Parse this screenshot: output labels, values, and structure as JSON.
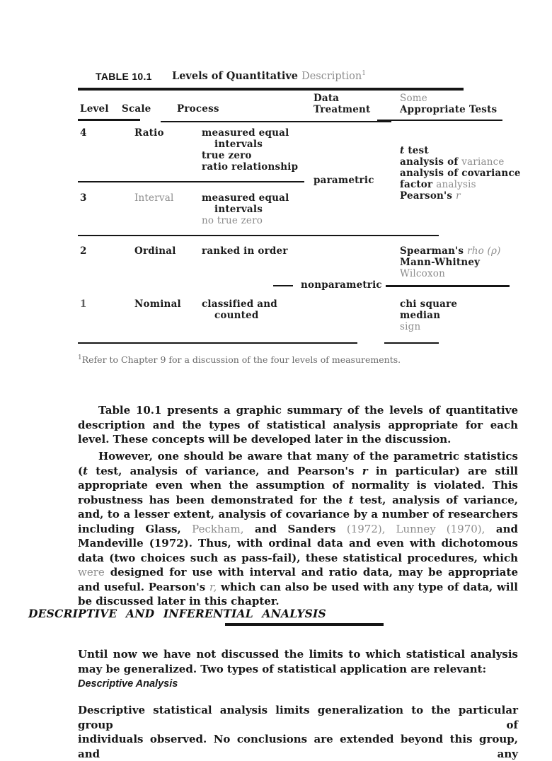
{
  "table": {
    "label": "TABLE 10.1",
    "title": [
      {
        "t": "Levels of Quantitative ",
        "s": ""
      },
      {
        "t": "Description",
        "s": "f"
      }
    ],
    "title_sup": "1",
    "headers": {
      "level": "Level",
      "scale": "Scale",
      "process": "Process",
      "data_line1": "Data",
      "data_line2": "Treatment",
      "tests_line1": "Some",
      "tests_line2": "Appropriate Tests"
    },
    "rows": [
      {
        "level": "4",
        "scale": "Ratio",
        "process": [
          "measured equal",
          "intervals",
          "true zero",
          "ratio relationship"
        ]
      },
      {
        "level": "3",
        "scale": "Interval",
        "process": [
          "measured equal",
          "intervals",
          "no true zero"
        ]
      },
      {
        "level": "2",
        "scale": "Ordinal",
        "process": [
          "ranked in order"
        ]
      },
      {
        "level": "1",
        "scale": "Nominal",
        "process": [
          "classified and",
          "counted"
        ]
      }
    ],
    "parametric_label": "parametric",
    "nonparametric_label": "nonparametric",
    "parametric_tests": [
      [
        {
          "t": "t",
          "s": "i"
        },
        {
          "t": " test",
          "s": ""
        }
      ],
      [
        {
          "t": "analysis of ",
          "s": ""
        },
        {
          "t": "variance",
          "s": "f"
        }
      ],
      [
        {
          "t": "analysis of covariance",
          "s": ""
        }
      ],
      [
        {
          "t": "factor ",
          "s": ""
        },
        {
          "t": "analysis",
          "s": "f"
        }
      ],
      [
        {
          "t": "Pearson's ",
          "s": ""
        },
        {
          "t": "r",
          "s": "f i"
        }
      ]
    ],
    "ordinal_tests": [
      [
        {
          "t": "Spearman's ",
          "s": ""
        },
        {
          "t": "rho (ρ)",
          "s": "f i"
        }
      ],
      [
        {
          "t": "Mann-Whitney",
          "s": ""
        }
      ],
      [
        {
          "t": "Wilcoxon",
          "s": "f"
        }
      ]
    ],
    "nominal_tests": [
      [
        {
          "t": "chi square",
          "s": ""
        }
      ],
      [
        {
          "t": "median",
          "s": ""
        }
      ],
      [
        {
          "t": "sign",
          "s": "f"
        }
      ]
    ],
    "footnote_sup": "1",
    "footnote": "Refer to Chapter 9 for a discussion of the four levels of measurements."
  },
  "body": {
    "p1": "Table 10.1 presents a graphic summary of the levels of quantitative description and the types of statistical analysis appropriate for each level. These concepts will be developed later in the discussion.",
    "p2": [
      {
        "t": "However, one should be aware that many of the parametric statistics (",
        "s": ""
      },
      {
        "t": "t",
        "s": "i"
      },
      {
        "t": " test, analysis of variance, and Pearson's ",
        "s": ""
      },
      {
        "t": "r",
        "s": "i"
      },
      {
        "t": " in particular) are still appropriate even when the assumption of normality is violated. This robustness has been demonstrated for the ",
        "s": ""
      },
      {
        "t": "t",
        "s": "i"
      },
      {
        "t": " test, analysis of variance, and, to a lesser extent, analysis of covariance by a number of researchers including Glass, ",
        "s": ""
      },
      {
        "t": "Peckham,",
        "s": "f"
      },
      {
        "t": " and Sanders ",
        "s": ""
      },
      {
        "t": "(1972), Lunney (1970),",
        "s": "f"
      },
      {
        "t": " and Mandeville (1972). Thus, with ordinal data and even with dichotomous data (two choices such as pass-fail), these statistical procedures, ",
        "s": ""
      },
      {
        "t": "which",
        "s": ""
      },
      {
        "t": " were",
        "s": "f"
      },
      {
        "t": " designed for use with interval and ratio data, may be appropriate and useful. Pearson's ",
        "s": ""
      },
      {
        "t": "r,",
        "s": "f i"
      },
      {
        "t": " which can also be used with any type of data, will be discussed later in this chapter.",
        "s": ""
      }
    ],
    "section_heading": "DESCRIPTIVE AND INFERENTIAL ANALYSIS",
    "p3": "Until now we have not discussed the limits to which statistical analysis may be generalized. Two types of statistical application are relevant:",
    "sub_heading": "Descriptive Analysis",
    "p4_lines": [
      "Descriptive statistical analysis limits generalization to the particular group of",
      "individuals observed. No conclusions are extended beyond this group, and any"
    ]
  },
  "colors": {
    "ink": "#1c1c1c",
    "faded": "#8d8d8d",
    "paper": "#ffffff"
  }
}
